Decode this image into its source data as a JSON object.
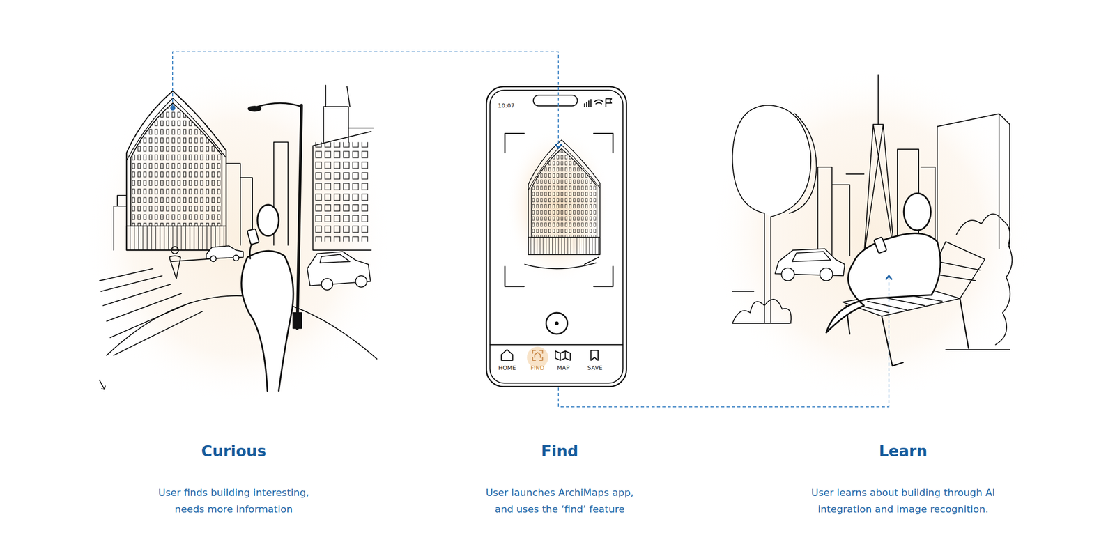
{
  "diagram": {
    "nodes": [
      {
        "text": [
          "Curious",
          "User finds building interesting, needs more information"
        ]
      },
      {
        "text": [
          "Find",
          "User launches ArchiMaps app, and uses the ‘find’ feature"
        ]
      },
      {
        "text": [
          "Learn",
          "User learns about building through AI integration and image recognition."
        ]
      }
    ],
    "edges": [
      {
        "from": 0,
        "to": 1,
        "arrow": "to"
      },
      {
        "from": 1,
        "to": 2,
        "arrow": "to"
      }
    ],
    "labels": [
      "10:07",
      "HOME",
      "FIND",
      "MAP",
      "SAVE"
    ]
  }
}
